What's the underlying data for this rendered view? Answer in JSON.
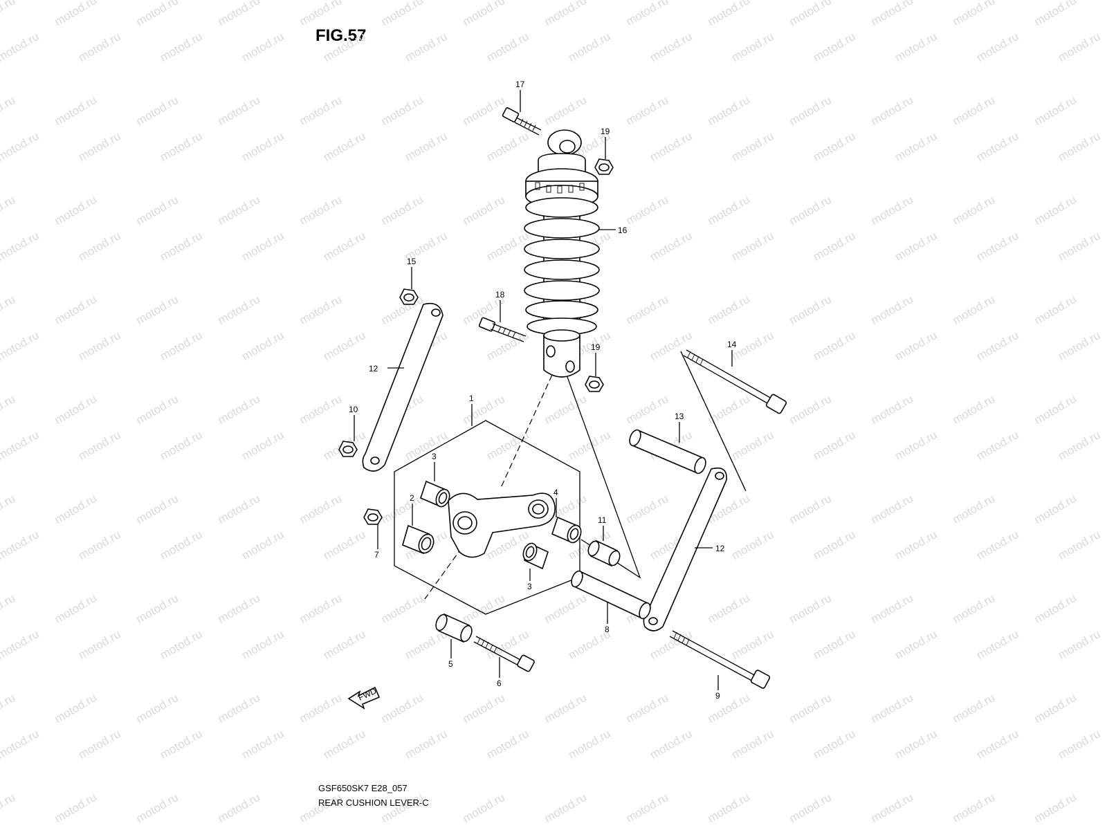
{
  "figure": {
    "title": "FIG.57",
    "model_code": "GSF650SK7 E28_057",
    "name": "REAR CUSHION LEVER-C"
  },
  "watermark": "motod.ru",
  "fwd_arrow": "FWD",
  "callouts": [
    "1",
    "2",
    "3",
    "3",
    "4",
    "5",
    "6",
    "7",
    "8",
    "9",
    "10",
    "11",
    "12",
    "12",
    "13",
    "14",
    "15",
    "16",
    "17",
    "18",
    "19",
    "19"
  ],
  "colors": {
    "line": "#000000",
    "watermark": "#d9d9d9",
    "background": "#ffffff"
  }
}
